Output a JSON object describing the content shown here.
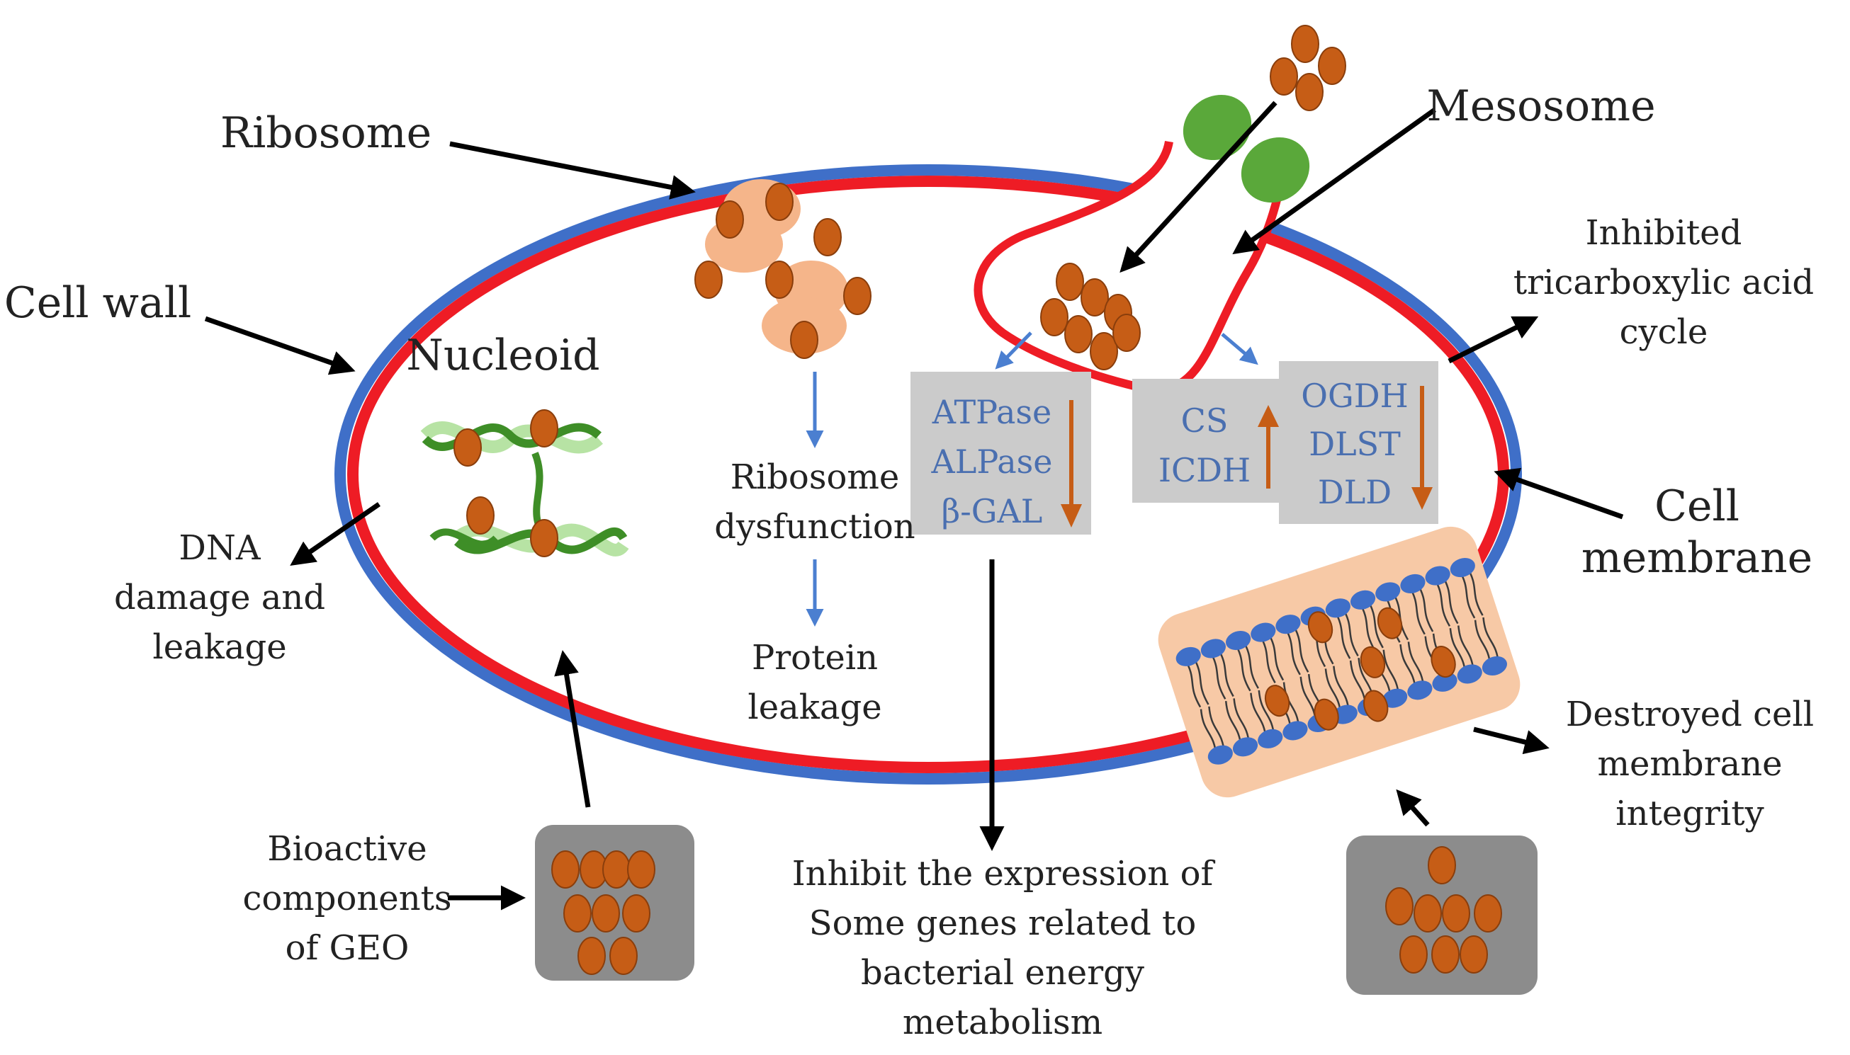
{
  "colors": {
    "cell_wall": "#3f6fc8",
    "cell_membrane": "#ee1c25",
    "particle": "#c65d16",
    "particle_edge": "#8a3e0c",
    "ribosome": "#f5b58a",
    "channel": "#5aa83a",
    "enzyme_box": "#cbcbcb",
    "enzyme_text": "#4a6fb0",
    "down_arrow": "#c65d16",
    "flow_arrow": "#4b7fd0",
    "source_box": "#8c8c8c",
    "membrane_panel": "#f7c9a6",
    "lipid_head": "#3f6fc8",
    "dna_dark": "#3e8e27",
    "dna_light": "#b7e3a4"
  },
  "labels": {
    "ribosome": "Ribosome",
    "mesosome": "Mesosome",
    "cell_wall": "Cell wall",
    "nucleoid": "Nucleoid",
    "tca": [
      "Inhibited",
      "tricarboxylic acid",
      "cycle"
    ],
    "cell_membrane": [
      "Cell",
      "membrane"
    ],
    "dna_damage": [
      "DNA",
      "damage and",
      "leakage"
    ],
    "ribosome_dysfunction": [
      "Ribosome",
      "dysfunction"
    ],
    "protein_leakage": [
      "Protein",
      "leakage"
    ],
    "bioactive": [
      "Bioactive",
      "components",
      "of GEO"
    ],
    "gene_expression": [
      "Inhibit the expression of",
      "Some genes related to",
      "bacterial energy",
      "metabolism"
    ],
    "destroyed_membrane": [
      "Destroyed cell",
      "membrane",
      "integrity"
    ]
  },
  "enzymes": {
    "group1": [
      "ATPase",
      "ALPase",
      "β-GAL"
    ],
    "group2": [
      "CS",
      "ICDH"
    ],
    "group3": [
      "OGDH",
      "DLST",
      "DLD"
    ]
  },
  "icons": {
    "down_arrow": "down-arrow-icon",
    "up_arrow": "up-arrow-icon"
  }
}
